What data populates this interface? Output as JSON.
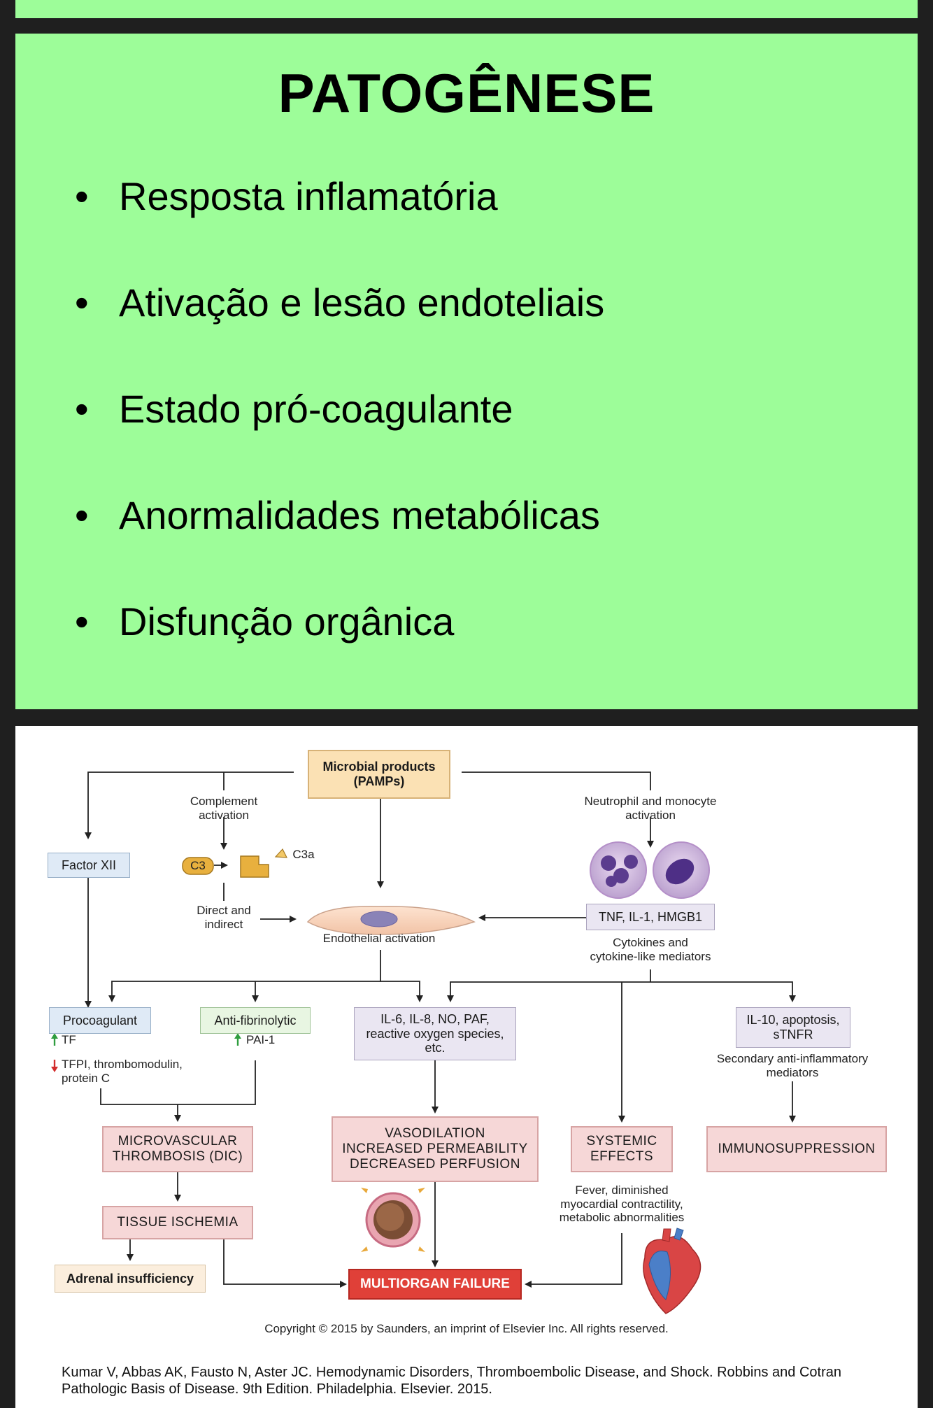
{
  "slide": {
    "title": "PATOGÊNESE",
    "bullet_symbol": "•",
    "bullets": [
      "Resposta inflamatória",
      "Ativação e lesão endoteliais",
      "Estado pró-coagulante",
      "Anormalidades metabólicas",
      "Disfunção orgânica"
    ]
  },
  "diagram": {
    "microbial_products": "Microbial products",
    "pamps": "(PAMPs)",
    "complement_activation": "Complement\nactivation",
    "neutrophil_activation": "Neutrophil and monocyte\nactivation",
    "factor_xii": "Factor XII",
    "c3": "C3",
    "c3a": "C3a",
    "direct_indirect": "Direct and\nindirect",
    "endothelial_activation": "Endothelial activation",
    "tnf": "TNF, IL-1, HMGB1",
    "cytokines": "Cytokines and\ncytokine-like mediators",
    "procoagulant": "Procoagulant",
    "anti_fibrinolytic": "Anti-fibrinolytic",
    "il6": "IL-6, IL-8, NO, PAF,\nreactive oxygen species,\netc.",
    "il10": "IL-10, apoptosis,\nsTNFR",
    "tf_line": "TF",
    "tfpi_line": "TFPI, thrombomodulin,\nprotein C",
    "pai_line": "PAI-1",
    "secondary": "Secondary anti-inflammatory\nmediators",
    "microvascular": "MICROVASCULAR\nTHROMBOSIS (DIC)",
    "vasodilation": "VASODILATION\nINCREASED PERMEABILITY\nDECREASED PERFUSION",
    "systemic": "SYSTEMIC\nEFFECTS",
    "immunosuppression": "IMMUNOSUPPRESSION",
    "fever": "Fever, diminished\nmyocardial contractility,\nmetabolic abnormalities",
    "tissue_ischemia": "TISSUE ISCHEMIA",
    "adrenal": "Adrenal insufficiency",
    "mof": "MULTIORGAN FAILURE"
  },
  "copyright": "Copyright © 2015 by Saunders, an imprint of Elsevier Inc. All rights reserved.",
  "citation": "Kumar V, Abbas AK, Fausto N, Aster JC. Hemodynamic Disorders, Thromboembolic Disease, and Shock. Robbins and Cotran Pathologic Basis of Disease. 9th Edition. Philadelphia. Elsevier. 2015.",
  "colors": {
    "slide_bg": "#9dfd99",
    "frame": "#1f1f1f",
    "mof_red": "#e04038",
    "up_arrow_green": "#2f9d3f",
    "down_arrow_red": "#d22b2b"
  }
}
